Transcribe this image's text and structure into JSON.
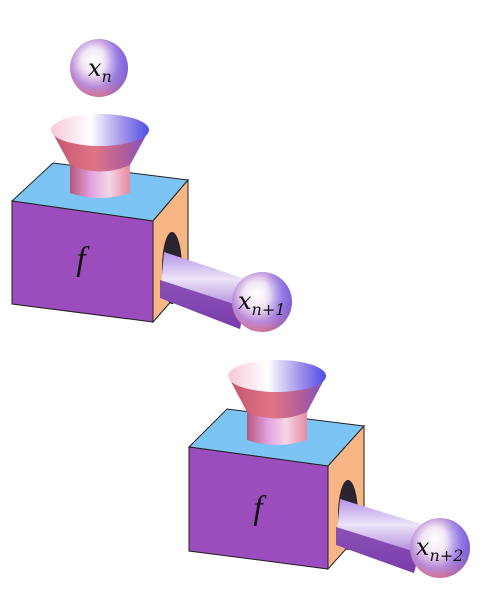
{
  "diagram": {
    "function_symbol": "f",
    "input_ball": {
      "var": "x",
      "sub": "n"
    },
    "machines": [
      {
        "label": "f",
        "output": {
          "var": "x",
          "sub": "n+1"
        }
      },
      {
        "label": "f",
        "output": {
          "var": "x",
          "sub": "n+2"
        }
      }
    ]
  },
  "colors": {
    "box_front": "#9b4dbd",
    "box_top": "#7cc4f3",
    "box_side": "#f8b684",
    "funnel": "#d9647a",
    "ball_light": "#ffffff",
    "ball_blue": "#6f6ff2",
    "ball_red": "#d86b82"
  }
}
